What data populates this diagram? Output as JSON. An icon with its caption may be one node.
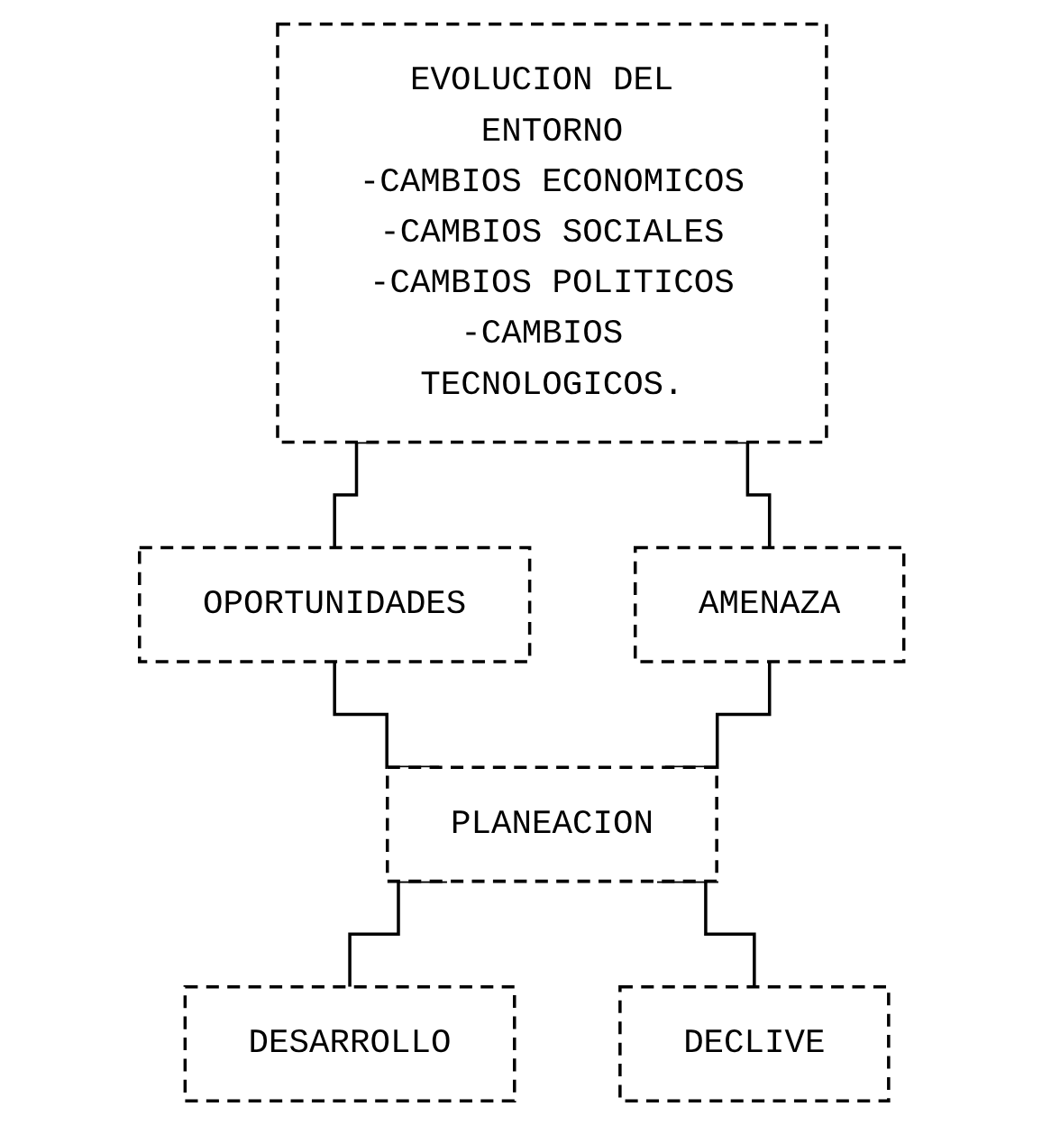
{
  "diagram": {
    "nodes": [
      {
        "text": [
          "EVOLUCION DEL ENTORNO",
          "-CAMBIOS ECONOMICOS",
          "-CAMBIOS SOCIALES",
          "-CAMBIOS POLITICOS",
          "-CAMBIOS TECNOLOGICOS."
        ]
      },
      {
        "text": [
          "OPORTUNIDADES"
        ]
      },
      {
        "text": [
          "AMENAZA"
        ]
      },
      {
        "text": [
          "PLANEACION"
        ]
      },
      {
        "text": [
          "DESARROLLO"
        ]
      },
      {
        "text": [
          "DECLIVE"
        ]
      }
    ],
    "edges": [
      {
        "from": 0,
        "to": 1,
        "arrow": "none"
      },
      {
        "from": 0,
        "to": 2,
        "arrow": "none"
      },
      {
        "from": 1,
        "to": 3,
        "arrow": "none"
      },
      {
        "from": 2,
        "to": 3,
        "arrow": "none"
      },
      {
        "from": 3,
        "to": 4,
        "arrow": "none"
      },
      {
        "from": 3,
        "to": 5,
        "arrow": "none"
      }
    ]
  }
}
